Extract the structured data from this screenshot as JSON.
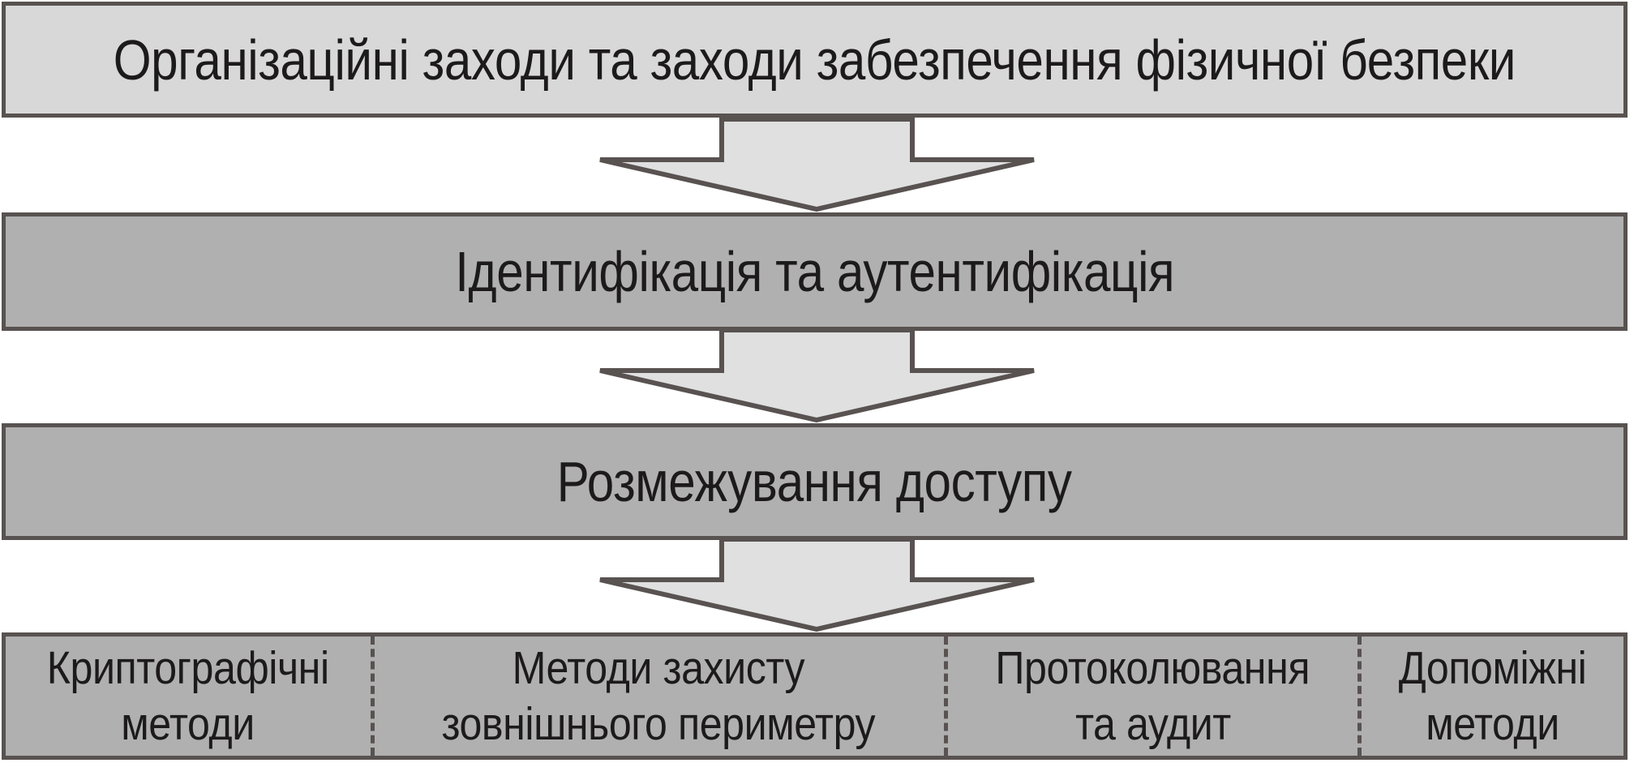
{
  "levels": [
    "Організаційні заходи та заходи забезпечення фізичної безпеки",
    "Ідентифікація та аутентифікація",
    "Розмежування доступу"
  ],
  "methods": [
    {
      "line1": "Криптографічні",
      "line2": "методи"
    },
    {
      "line1": "Методи захисту",
      "line2": "зовнішнього периметру"
    },
    {
      "line1": "Протоколювання",
      "line2": "та аудит"
    },
    {
      "line1": "Допоміжні",
      "line2": "методи"
    }
  ],
  "colors": {
    "top_fill": "#d8d8d8",
    "box_fill": "#b0b0b0",
    "arrow_fill": "#e0e0e0",
    "border": "#585250",
    "text": "#1c1a1a"
  }
}
